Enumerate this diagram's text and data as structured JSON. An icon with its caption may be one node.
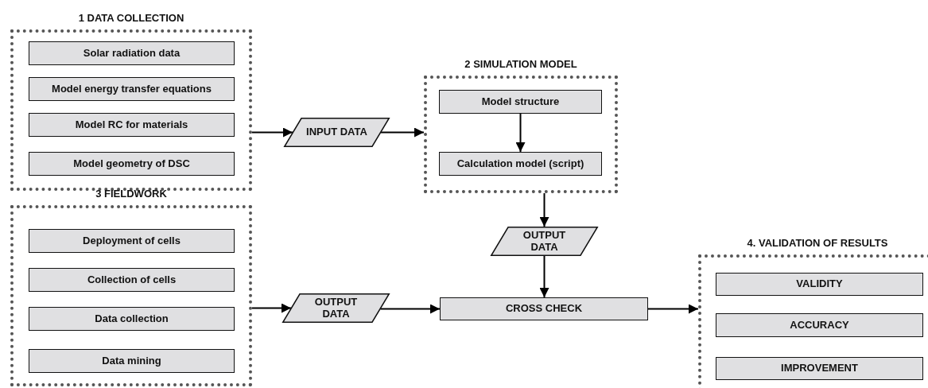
{
  "diagram": {
    "nodes": [
      {
        "text": [
          "1 DATA COLLECTION"
        ]
      },
      {
        "text": [
          "Solar radiation data"
        ],
        "in": 0
      },
      {
        "text": [
          "Model energy transfer equations"
        ],
        "in": 0
      },
      {
        "text": [
          "Model RC for materials"
        ],
        "in": 0
      },
      {
        "text": [
          "Model geometry of DSC"
        ],
        "in": 0
      },
      {
        "text": [
          "INPUT DATA"
        ]
      },
      {
        "text": [
          "2 SIMULATION MODEL"
        ]
      },
      {
        "text": [
          "Model structure"
        ],
        "in": 6
      },
      {
        "text": [
          "Calculation model (script)"
        ],
        "in": 6
      },
      {
        "text": [
          "3 FIELDWORK"
        ]
      },
      {
        "text": [
          "Deployment of cells"
        ],
        "in": 9
      },
      {
        "text": [
          "Collection of cells"
        ],
        "in": 9
      },
      {
        "text": [
          "Data collection"
        ],
        "in": 9
      },
      {
        "text": [
          "Data mining"
        ],
        "in": 9
      },
      {
        "text": [
          "OUTPUT DATA"
        ]
      },
      {
        "text": [
          "OUTPUT DATA"
        ]
      },
      {
        "text": [
          "CROSS CHECK"
        ]
      },
      {
        "text": [
          "4. VALIDATION OF RESULTS"
        ]
      },
      {
        "text": [
          "VALIDITY"
        ],
        "in": 17
      },
      {
        "text": [
          "ACCURACY"
        ],
        "in": 17
      },
      {
        "text": [
          "IMPROVEMENT"
        ],
        "in": 17
      }
    ],
    "edges": [
      {
        "from": 0,
        "to": 5,
        "arrow": "to"
      },
      {
        "from": 5,
        "to": 6,
        "arrow": "to"
      },
      {
        "from": 7,
        "to": 8,
        "arrow": "to"
      },
      {
        "from": 6,
        "to": 15,
        "arrow": "to"
      },
      {
        "from": 9,
        "to": 14,
        "arrow": "to"
      },
      {
        "from": 14,
        "to": 16,
        "arrow": "to"
      },
      {
        "from": 15,
        "to": 16,
        "arrow": "to"
      },
      {
        "from": 16,
        "to": 17,
        "arrow": "to"
      }
    ]
  }
}
